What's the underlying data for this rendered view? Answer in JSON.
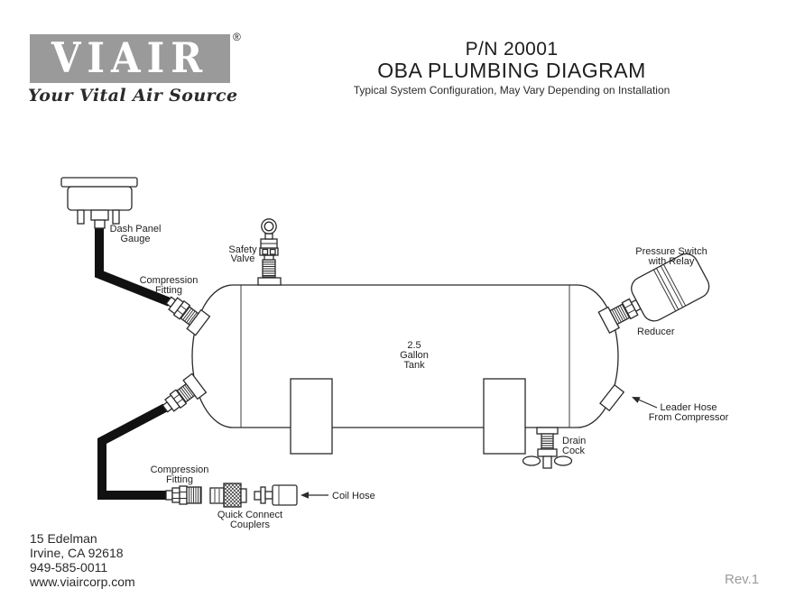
{
  "header": {
    "logo": {
      "text": "VIAIR",
      "registered": "®",
      "tagline": "Your Vital Air Source"
    },
    "part_number": "P/N 20001",
    "title": "OBA PLUMBING DIAGRAM",
    "subtitle": "Typical System Configuration, May Vary Depending on Installation"
  },
  "diagram": {
    "labels": {
      "dash_panel_gauge": {
        "line1": "Dash Panel",
        "line2": "Gauge"
      },
      "compression_fitting_upper": {
        "line1": "Compression",
        "line2": "Fitting"
      },
      "safety_valve": {
        "line1": "Safety",
        "line2": "Valve"
      },
      "tank": {
        "line1": "2.5",
        "line2": "Gallon",
        "line3": "Tank"
      },
      "pressure_switch": {
        "line1": "Pressure Switch",
        "line2": "with Relay"
      },
      "reducer": "Reducer",
      "leader_hose": {
        "line1": "Leader Hose",
        "line2": "From Compressor"
      },
      "drain_cock": {
        "line1": "Drain",
        "line2": "Cock"
      },
      "compression_fitting_lower": {
        "line1": "Compression",
        "line2": "Fitting"
      },
      "quick_connect_couplers": {
        "line1": "Quick Connect",
        "line2": "Couplers"
      },
      "coil_hose": "Coil Hose"
    }
  },
  "footer": {
    "address_line1": "15 Edelman",
    "address_line2": "Irvine, CA 92618",
    "phone": "949-585-0011",
    "website": "www.viaircorp.com",
    "revision": "Rev.1"
  },
  "colors": {
    "logo_background": "#9a9a9a",
    "logo_text": "#ffffff",
    "tagline_text": "#2b2b2b",
    "line_art": "#2a2a2a",
    "hose": "#111111",
    "revision_text": "#9b9b9b"
  }
}
